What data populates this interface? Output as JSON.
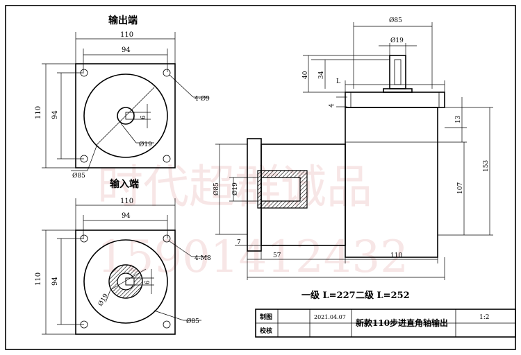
{
  "views": {
    "output_end": {
      "title": "输出端",
      "dim_outer": "110",
      "dim_bolt": "94",
      "dim_height": "110",
      "dim_height_bolt": "94",
      "hole_callout": "4-Ø9",
      "dim_key": "6",
      "dim_shaft": "Ø19",
      "dim_pilot": "Ø85"
    },
    "input_end": {
      "title": "输入端",
      "dim_outer": "110",
      "dim_bolt": "94",
      "dim_height": "110",
      "dim_height_bolt": "94",
      "hole_callout": "4-M8",
      "dim_key": "6",
      "dim_bore": "Ø19",
      "dim_pilot": "Ø85"
    },
    "side": {
      "dim_top_pilot": "Ø85",
      "dim_top_shaft": "Ø19",
      "dim_40": "40",
      "dim_34": "34",
      "dim_4": "4",
      "dim_L": "L",
      "dim_13": "13",
      "dim_153": "153",
      "dim_107": "107",
      "dim_left_85": "Ø85",
      "dim_left_19": "Ø19",
      "dim_7": "7",
      "dim_57": "57",
      "dim_110": "110"
    }
  },
  "length_note": {
    "one_stage": "一级 L=227",
    "two_stage": "二级 L=252"
  },
  "title_block": {
    "drawn_label": "制图",
    "check_label": "校核",
    "date": "2021.04.07",
    "product_name": "新款110步进直角轴输出",
    "scale": "1:2"
  },
  "watermark": {
    "text": "时代超群诚品",
    "phone": "15901412432"
  },
  "colors": {
    "line": "#000000",
    "hatch": "#000000",
    "watermark": "#e8b4b4"
  }
}
